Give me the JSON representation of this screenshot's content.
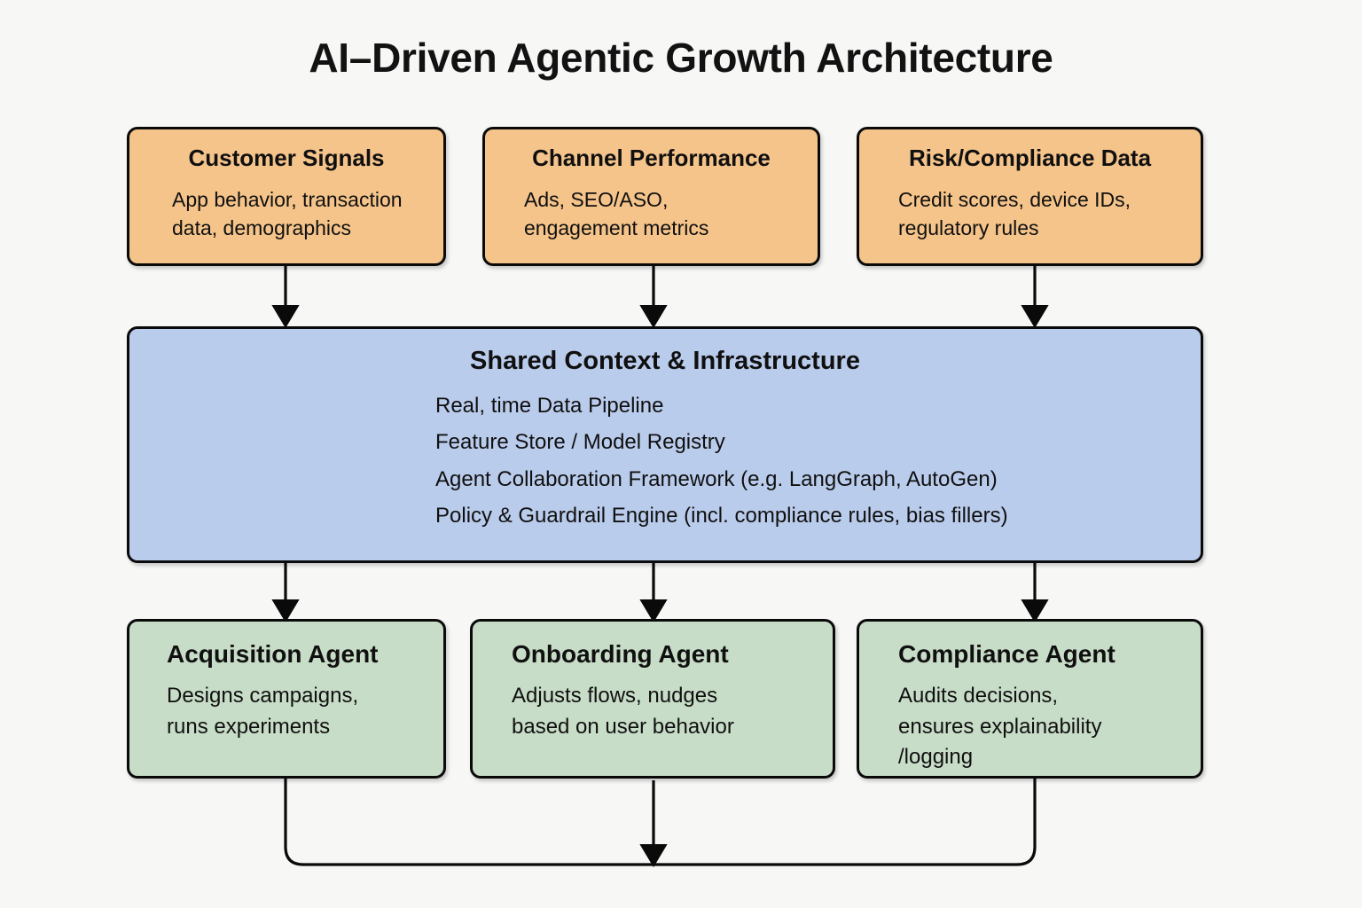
{
  "title": "AI–Driven Agentic Growth Architecture",
  "colors": {
    "background": "#F7F7F6",
    "source_fill": "#F5C48A",
    "platform_fill": "#BACCEC",
    "agent_fill": "#C8DDC8",
    "stroke": "#0A0A0A",
    "text": "#101010"
  },
  "sources": [
    {
      "title": "Customer Signals",
      "lines": [
        "App behavior, transaction",
        "data, demographics"
      ]
    },
    {
      "title": "Channel Performance",
      "lines": [
        "Ads, SEO/ASO,",
        "engagement metrics"
      ]
    },
    {
      "title": "Risk/Compliance Data",
      "lines": [
        "Credit scores, device IDs,",
        "regulatory rules"
      ]
    }
  ],
  "platform": {
    "title": "Shared Context & Infrastructure",
    "lines": [
      "Real, time Data Pipeline",
      "Feature Store / Model Registry",
      "Agent Collaboration Framework (e.g. LangGraph, AutoGen)",
      "Policy & Guardrail Engine (incl. compliance rules, bias fillers)"
    ]
  },
  "agents": [
    {
      "title": "Acquisition Agent",
      "lines": [
        "Designs campaigns,",
        "runs experiments"
      ]
    },
    {
      "title": "Onboarding Agent",
      "lines": [
        "Adjusts flows, nudges",
        "based on user behavior"
      ]
    },
    {
      "title": "Compliance Agent",
      "lines": [
        "Audits decisions,",
        "ensures explainability",
        "/logging"
      ]
    }
  ],
  "connectors": [
    {
      "name": "customer-signals-to-platform",
      "kind": "arrow-down"
    },
    {
      "name": "channel-performance-to-platform",
      "kind": "arrow-down"
    },
    {
      "name": "risk-compliance-to-platform",
      "kind": "arrow-down"
    },
    {
      "name": "platform-to-acquisition-agent",
      "kind": "arrow-down"
    },
    {
      "name": "platform-to-onboarding-agent",
      "kind": "arrow-down"
    },
    {
      "name": "platform-to-compliance-agent",
      "kind": "arrow-down"
    },
    {
      "name": "agents-feedback-loop",
      "kind": "loop-arrow-down"
    }
  ]
}
